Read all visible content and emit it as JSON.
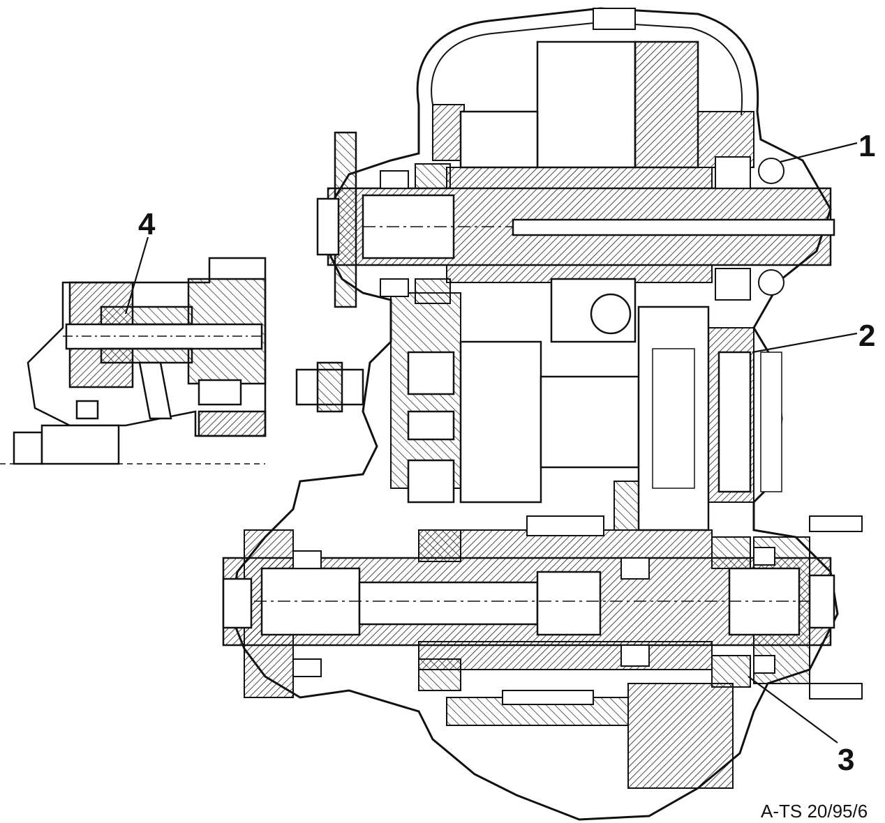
{
  "callouts": [
    {
      "id": "1",
      "label": "1"
    },
    {
      "id": "2",
      "label": "2"
    },
    {
      "id": "3",
      "label": "3"
    },
    {
      "id": "4",
      "label": "4"
    }
  ],
  "figure_id": "A-TS 20/95/6",
  "colors": {
    "ink": "#111111",
    "background": "#ffffff",
    "hatch": "#1a1a1a"
  }
}
